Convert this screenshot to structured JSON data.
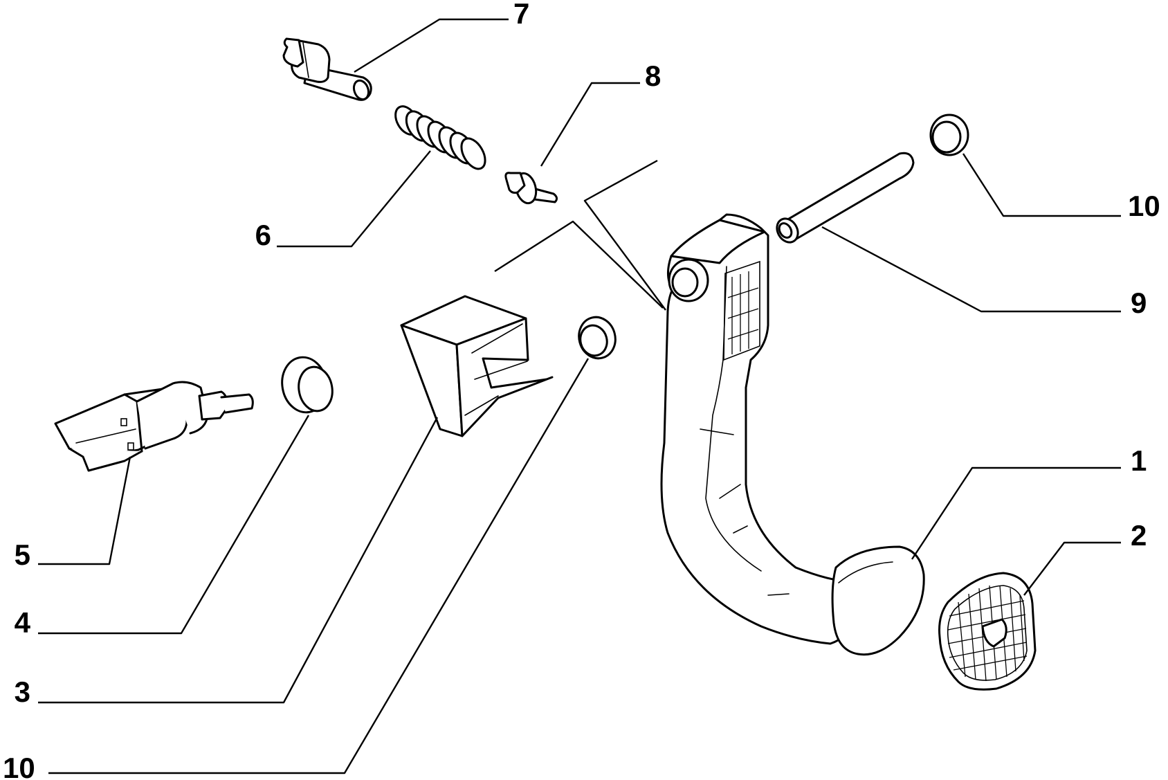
{
  "diagram": {
    "type": "exploded-parts-view",
    "callouts": [
      {
        "id": "c1",
        "label": "1"
      },
      {
        "id": "c2",
        "label": "2"
      },
      {
        "id": "c3",
        "label": "3"
      },
      {
        "id": "c4",
        "label": "4"
      },
      {
        "id": "c5",
        "label": "5"
      },
      {
        "id": "c6",
        "label": "6"
      },
      {
        "id": "c7",
        "label": "7"
      },
      {
        "id": "c8",
        "label": "8"
      },
      {
        "id": "c9",
        "label": "9"
      },
      {
        "id": "c10a",
        "label": "10"
      },
      {
        "id": "c10b",
        "label": "10"
      }
    ]
  }
}
